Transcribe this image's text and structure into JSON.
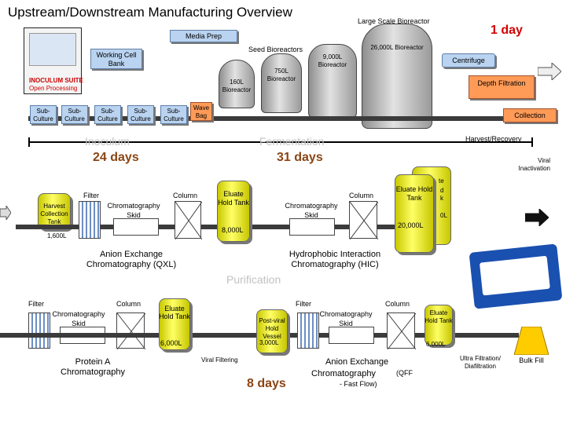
{
  "title": "Upstream/Downstream Manufacturing Overview",
  "upstream": {
    "large_scale_bioreactor": "Large Scale Bioreactor",
    "duration_top": "1 day",
    "media_prep": "Media Prep",
    "seed_bioreactors": "Seed Bioreactors",
    "working_cell_bank": "Working Cell Bank",
    "centrifuge": "Centrifuge",
    "bioreactor_26000": "26,000L Bioreactor",
    "bioreactor_9000": "9,000L Bioreactor",
    "bioreactor_750": "750L Bioreactor",
    "bioreactor_160": "160L Bioreactor",
    "depth_filtration": "Depth Filtration",
    "collection": "Collection",
    "wave_bag": "Wave Bag",
    "sub_cultures": [
      "Sub-Culture",
      "Sub-Culture",
      "Sub-Culture",
      "Sub-Culture",
      "Sub-Culture"
    ],
    "inoculum_suite": "INOCULUM SUITE",
    "open_processing": "Open Processing",
    "harvest_recovery": "Harvest/Recovery",
    "inoculum_label": "Inoculum",
    "inoculum_days": "24 days",
    "fermentation_label": "Fermentation",
    "fermentation_days": "31 days",
    "viral_inactivation": "Viral Inactivation"
  },
  "middle": {
    "filter_left": "Filter",
    "column_left": "Column",
    "chrom_skid_left": "Chromatography Skid",
    "harvest_collection_tank": "Harvest Collection Tank",
    "harvest_volume": "1,600L",
    "eluate_hold_tank_left": "Eluate Hold Tank",
    "eluate_volume_left": "8,000L",
    "anion_exchange": "Anion Exchange Chromatography (QXL)",
    "chrom_skid_mid": "Chromatography Skid",
    "column_mid": "Column",
    "eluate_hold_tank_right": "Eluate Hold Tank",
    "eluate_volume_right": "20,000L",
    "hic": "Hydrophobic Interaction Chromatography (HIC)",
    "purification": "Purification",
    "back_tank_partial_1": "te",
    "back_tank_partial_2": "d",
    "back_tank_partial_3": "k",
    "back_tank_partial_4": "0L"
  },
  "bottom": {
    "filter_left": "Filter",
    "column_left": "Column",
    "chrom_skid_left": "Chromatography Skid",
    "eluate_hold_tank": "Eluate Hold Tank",
    "eluate_volume": "6,000L",
    "protein_a": "Protein A Chromatography",
    "viral_filtering": "Viral Filtering",
    "post_viral_hold_vessel": "Post-viral Hold Vessel",
    "post_viral_volume": "3,000L",
    "days": "8 days",
    "filter_right": "Filter",
    "column_right": "Column",
    "chrom_skid_right": "Chromatography Skid",
    "anion_exchange": "Anion Exchange",
    "anion_exchange_2": "Chromatography",
    "qff_1": "(QFF",
    "qff_2": "- Fast Flow)",
    "eluate_hold_tank_right": "Eluate Hold Tank",
    "eluate_volume_right": "6,000L",
    "ultra_filtration": "Ultra Filtration/ Diafiltration",
    "bulk_fill": "Bulk Fill"
  },
  "colors": {
    "blue_box": "#b9d3f0",
    "orange_box": "#ff9a57",
    "red_text": "#d40000",
    "brown_text": "#8b4513",
    "yellow_tank": "#ffff33"
  }
}
